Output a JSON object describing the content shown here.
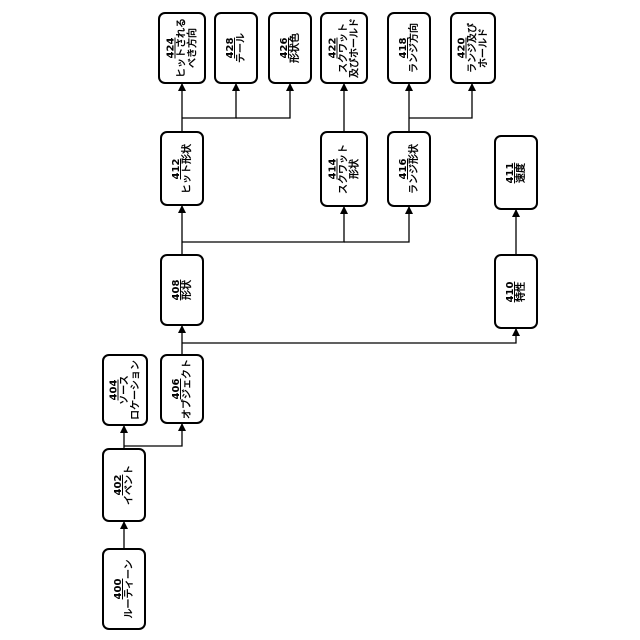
{
  "nodes": [
    {
      "id": "400",
      "number": "400",
      "label": "ルーティーン"
    },
    {
      "id": "402",
      "number": "402",
      "label": "イベント"
    },
    {
      "id": "404",
      "number": "404",
      "label": "ソース\nロケーション"
    },
    {
      "id": "406",
      "number": "406",
      "label": "オブジェクト"
    },
    {
      "id": "408",
      "number": "408",
      "label": "形状"
    },
    {
      "id": "410",
      "number": "410",
      "label": "特性"
    },
    {
      "id": "411",
      "number": "411",
      "label": "速度"
    },
    {
      "id": "412",
      "number": "412",
      "label": "ヒット形状"
    },
    {
      "id": "414",
      "number": "414",
      "label": "スクワット\n形状"
    },
    {
      "id": "416",
      "number": "416",
      "label": "ランジ形状"
    },
    {
      "id": "424",
      "number": "424",
      "label": "ヒットされる\nべき方向"
    },
    {
      "id": "428",
      "number": "428",
      "label": "テール"
    },
    {
      "id": "426",
      "number": "426",
      "label": "形状色"
    },
    {
      "id": "422",
      "number": "422",
      "label": "スクワット\n及びホールド"
    },
    {
      "id": "418",
      "number": "418",
      "label": "ランジ方向"
    },
    {
      "id": "420",
      "number": "420",
      "label": "ランジ及び\nホールド"
    }
  ]
}
